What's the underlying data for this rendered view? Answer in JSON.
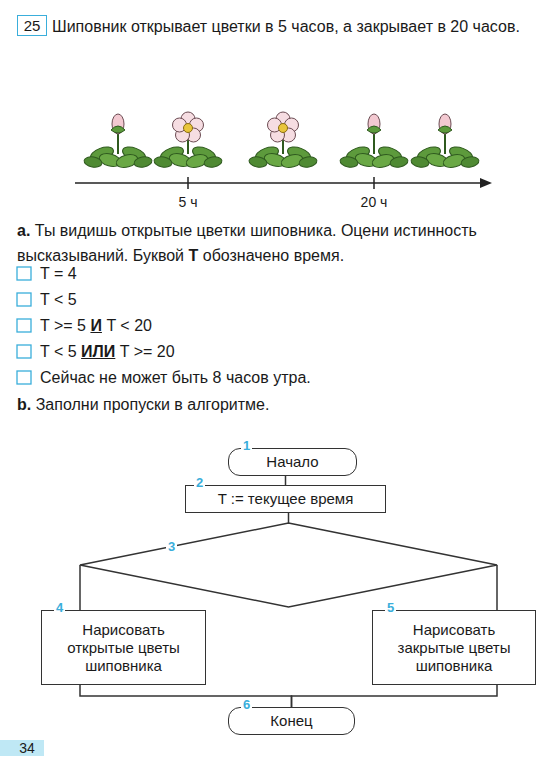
{
  "diagram": {
    "nodes": [
      {
        "text": [
          "1",
          "Начало"
        ]
      },
      {
        "text": [
          "2",
          "T := текущее время"
        ]
      },
      {
        "text": [
          "3"
        ]
      },
      {
        "text": [
          "4",
          "Нарисовать открытые цветы шиповника"
        ]
      },
      {
        "text": [
          "5",
          "Нарисовать закрытые цветы шиповника"
        ]
      },
      {
        "text": [
          "6",
          "Конец"
        ]
      }
    ],
    "edges": [
      {
        "from": 0,
        "to": 1,
        "arrow": "none"
      },
      {
        "from": 1,
        "to": 2,
        "arrow": "none"
      },
      {
        "from": 2,
        "to": 3,
        "arrow": "none"
      },
      {
        "from": 2,
        "to": 4,
        "arrow": "none"
      },
      {
        "from": 3,
        "to": 5,
        "arrow": "none"
      },
      {
        "from": 4,
        "to": 5,
        "arrow": "none"
      }
    ],
    "labels": [
      "25",
      "Шиповник открывает цветки в 5 часов, а закрывает в 20 часов.",
      "5 ч",
      "20 ч",
      "a.",
      "Ты видишь открытые цветки шиповника. Оцени истинность высказываний. Буквой",
      "T",
      "обозначено время.",
      "T = 4",
      "T < 5",
      "T >= 5",
      "И",
      "T < 20",
      "T < 5",
      "ИЛИ",
      "T >= 20",
      "Сейчас не может быть 8 часов утра.",
      "b.",
      "Заполни пропуски в алгоритме.",
      "34"
    ]
  }
}
